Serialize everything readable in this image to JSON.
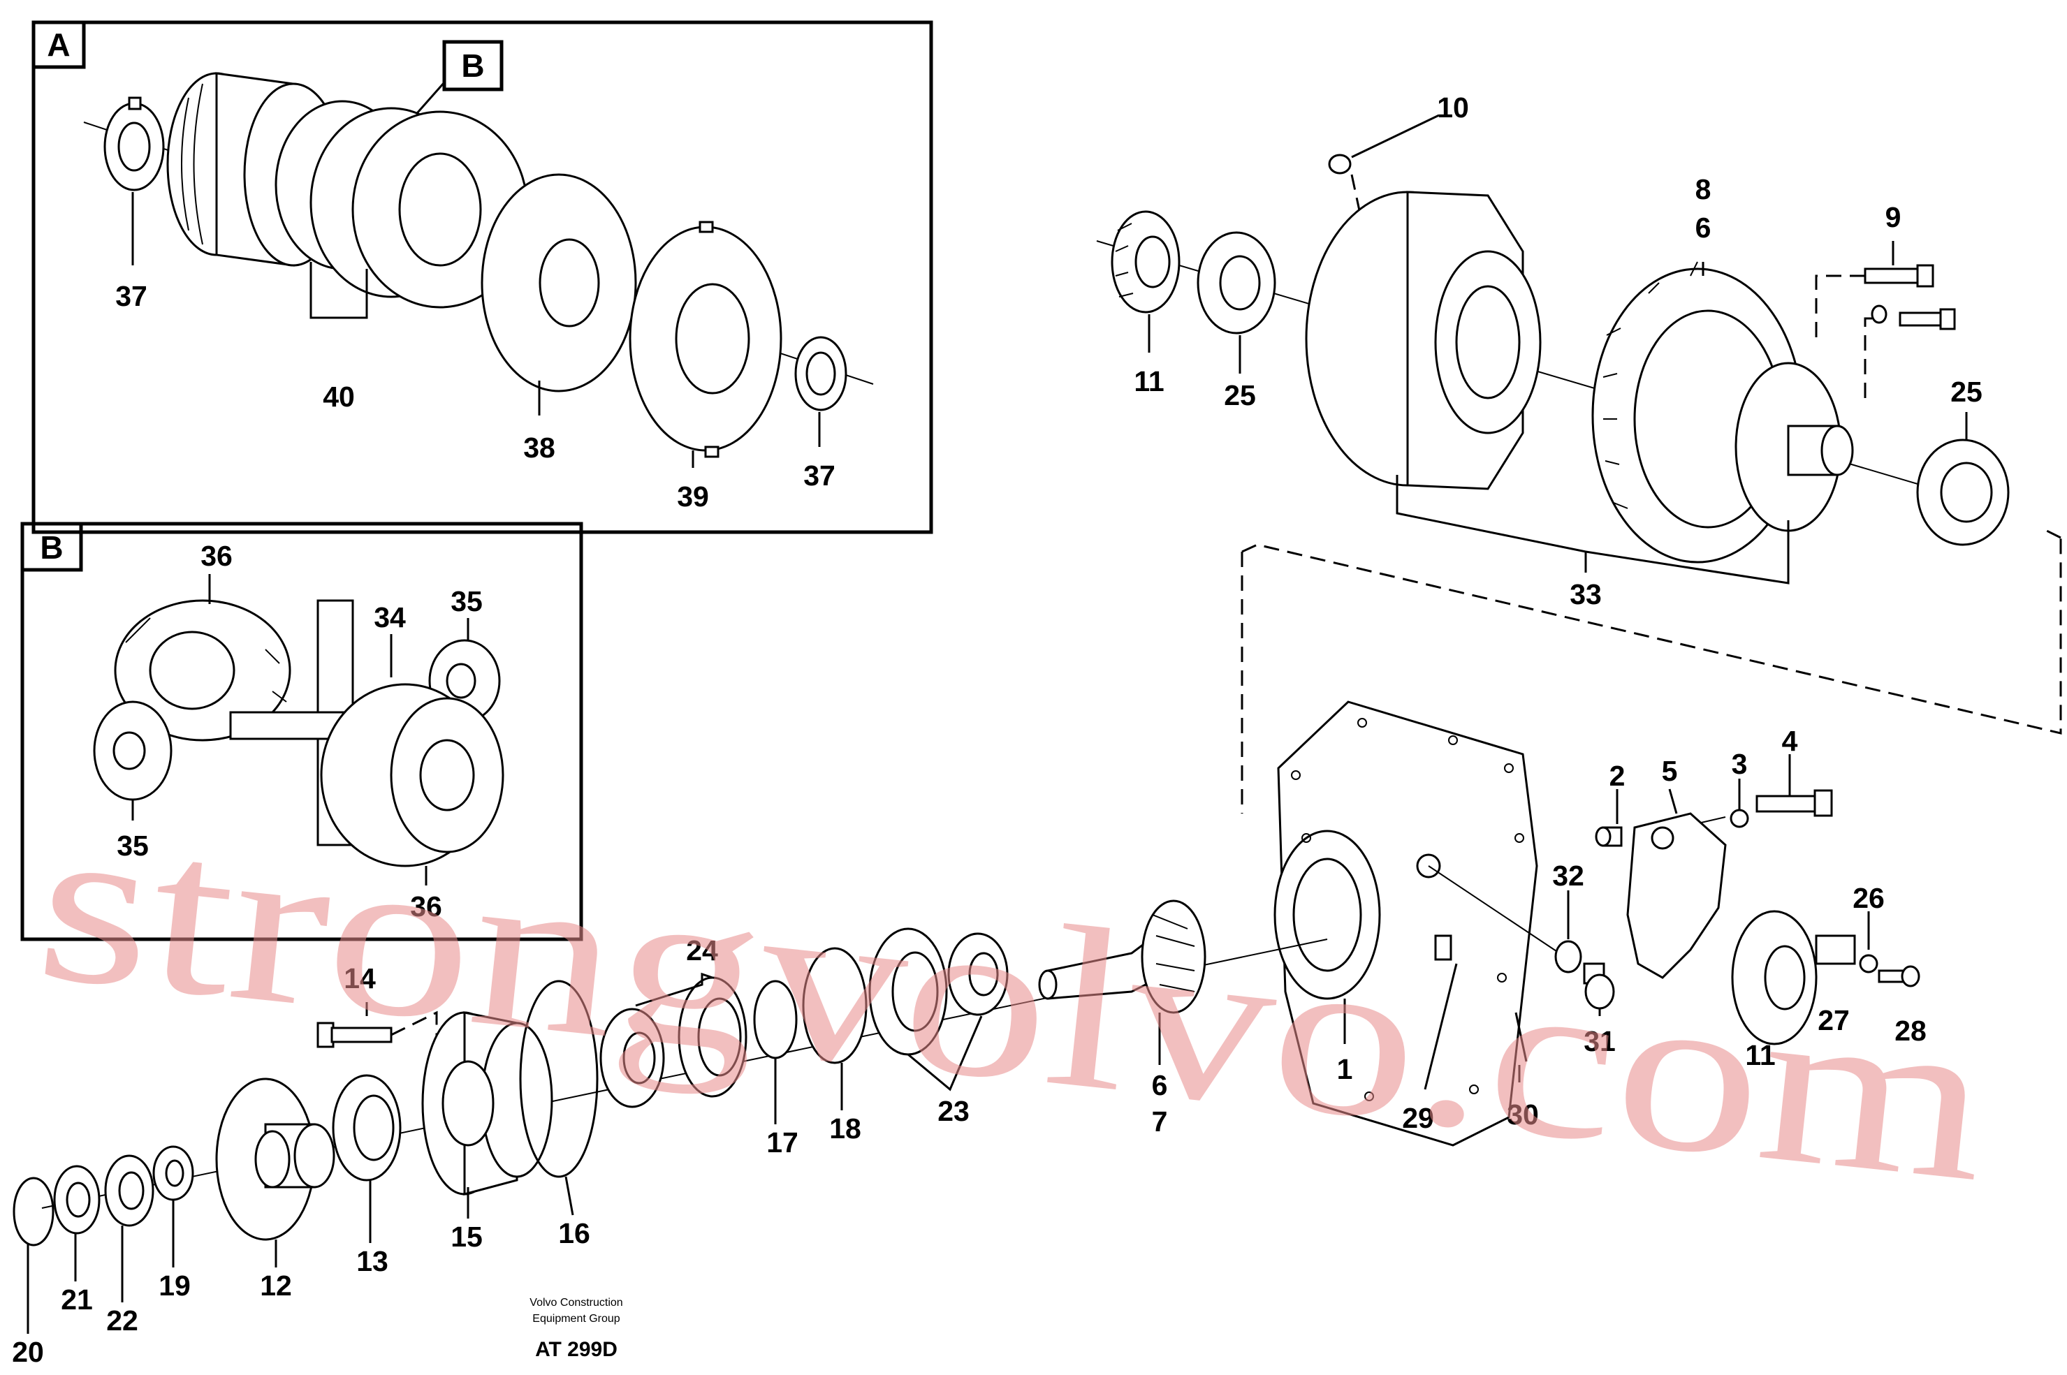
{
  "insets": {
    "a": {
      "label": "A",
      "sub_label": "B"
    },
    "b": {
      "label": "B"
    }
  },
  "part_labels": {
    "p1": "1",
    "p2": "2",
    "p3": "3",
    "p4": "4",
    "p5": "5",
    "p6a": "6",
    "p6b": "6",
    "p7": "7",
    "p8": "8",
    "p9": "9",
    "p10": "10",
    "p11a": "11",
    "p11b": "11",
    "p12": "12",
    "p13": "13",
    "p14": "14",
    "p15": "15",
    "p16": "16",
    "p17": "17",
    "p18": "18",
    "p19": "19",
    "p20": "20",
    "p21": "21",
    "p22": "22",
    "p23": "23",
    "p24": "24",
    "p25a": "25",
    "p25b": "25",
    "p26": "26",
    "p27": "27",
    "p28": "28",
    "p29": "29",
    "p30": "30",
    "p31": "31",
    "p32": "32",
    "p33": "33",
    "p34": "34",
    "p35a": "35",
    "p35b": "35",
    "p36a": "36",
    "p36b": "36",
    "p37a": "37",
    "p37b": "37",
    "p38": "38",
    "p39": "39",
    "p40": "40"
  },
  "footer": {
    "company_line1": "Volvo Construction",
    "company_line2": "Equipment Group",
    "drawing_code": "AT 299D"
  },
  "watermark": "strongvolvo.com",
  "colors": {
    "line": "#000000",
    "background": "#ffffff",
    "watermark": "#e88a8a"
  }
}
